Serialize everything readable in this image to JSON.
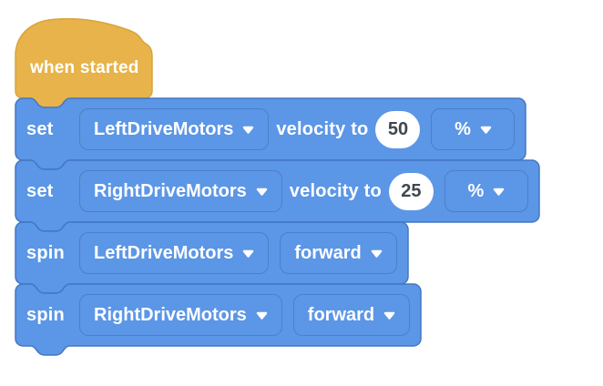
{
  "palette": {
    "block_blue": "#5C96E6",
    "block_blue_border": "#4377C4",
    "hat_yellow": "#E7B34A",
    "hat_yellow_border": "#D8A43C",
    "dropdown_border": "#4B80C9",
    "label_text": "#FFFFFF",
    "input_background": "#FFFFFF",
    "input_text": "#40464E",
    "workspace_background": "#FFFFFF"
  },
  "script": {
    "hat": {
      "label": "when started"
    },
    "blocks": [
      {
        "kind": "set-velocity",
        "verb": "set",
        "motor": "LeftDriveMotors",
        "label_mid": "velocity to",
        "value": "50",
        "unit": "%"
      },
      {
        "kind": "set-velocity",
        "verb": "set",
        "motor": "RightDriveMotors",
        "label_mid": "velocity to",
        "value": "25",
        "unit": "%"
      },
      {
        "kind": "spin",
        "verb": "spin",
        "motor": "LeftDriveMotors",
        "direction": "forward"
      },
      {
        "kind": "spin",
        "verb": "spin",
        "motor": "RightDriveMotors",
        "direction": "forward"
      }
    ]
  }
}
